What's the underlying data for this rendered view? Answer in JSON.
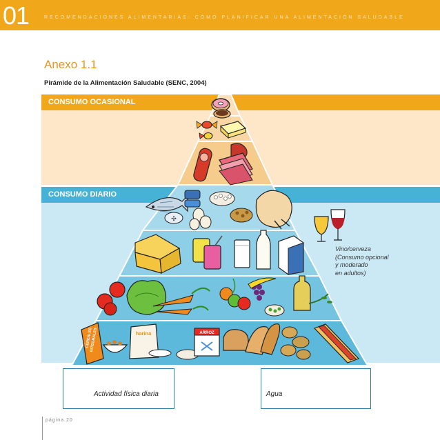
{
  "header": {
    "chapter": "01",
    "running_title": "RECOMENDACIONES ALIMENTARIAS: CÓMO PLANIFICAR UNA ALIMENTACIÓN SALUDABLE"
  },
  "annex_title": "Anexo 1.1",
  "figure_title": "Pirámide de la Alimentación Saludable (SENC, 2004)",
  "bands": {
    "occasional": "CONSUMO OCASIONAL",
    "daily": "CONSUMO DIARIO"
  },
  "pyramid_labels": {
    "harina": "harina",
    "arroz": "ARROZ",
    "cereales_line1": "CEREALES",
    "cereales_line2": "INTEGRALES"
  },
  "wine_note": {
    "line1": "Vino/cerveza",
    "line2": "(Consumo opcional",
    "line3": "y moderado",
    "line4": "en adultos)"
  },
  "activity_label": "Actividad física diaria",
  "water_label": "Agua",
  "footer": {
    "page": "página 20"
  },
  "colors": {
    "header": "#f0a81a",
    "occasional_band": "#f0a81a",
    "daily_band": "#46b2d6",
    "title": "#e6961b",
    "box_border": "#2b7fa8"
  }
}
